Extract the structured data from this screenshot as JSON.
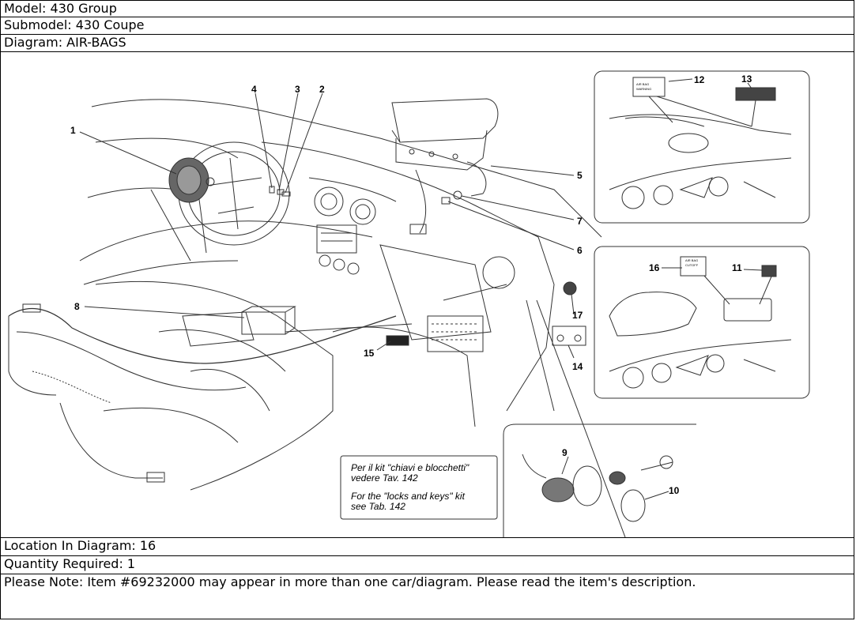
{
  "header": {
    "model": "Model: 430 Group",
    "submodel": "Submodel: 430 Coupe",
    "diagram": "Diagram: AIR-BAGS"
  },
  "diagram": {
    "callouts": [
      "1",
      "2",
      "3",
      "4",
      "5",
      "6",
      "7",
      "8",
      "9",
      "10",
      "11",
      "12",
      "13",
      "14",
      "15",
      "16",
      "17"
    ],
    "note_it_1": "Per il kit \"chiavi e blocchetti\"",
    "note_it_2": "vedere Tav. 142",
    "note_en_1": "For the \"locks and keys\" kit",
    "note_en_2": "see Tab. 142",
    "warning_label_1": "AIR BAG",
    "warning_label_2": "WARNING",
    "cutoff_label_1": "AIR BAG",
    "cutoff_label_2": "CUTOFF"
  },
  "footer": {
    "location": "Location In Diagram: 16",
    "quantity": "Quantity Required: 1",
    "note": "Please Note: Item #69232000 may appear in more than one car/diagram. Please read the item's description."
  }
}
